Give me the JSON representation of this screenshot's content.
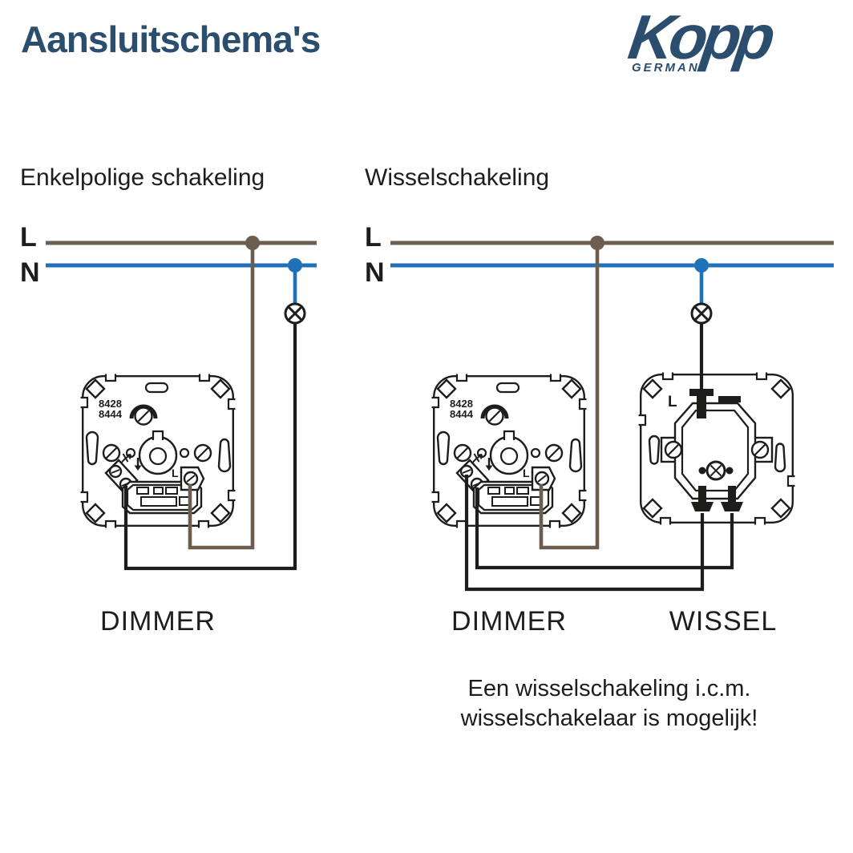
{
  "page": {
    "title": "Aansluitschema's"
  },
  "logo": {
    "brand": "Kopp",
    "country": "GERMANY"
  },
  "colors": {
    "navy": "#2b4e6e",
    "wire_live_brown": "#6d5d4e",
    "wire_neutral_blue": "#2171b8",
    "line_black": "#1d1d1b"
  },
  "diagrams": {
    "left": {
      "heading": "Enkelpolige schakeling",
      "live_label": "L",
      "neutral_label": "N",
      "device_label": "DIMMER"
    },
    "right": {
      "heading": "Wisselschakeling",
      "live_label": "L",
      "neutral_label": "N",
      "dimmer_label": "DIMMER",
      "wissel_label": "WISSEL",
      "note_line1": "Een wisselschakeling i.c.m.",
      "note_line2": "wisselschakelaar is mogelijk!"
    }
  },
  "dimmer_device": {
    "code_line1": "8428",
    "code_line2": "8444",
    "load_terminal_label": "L↑"
  },
  "wissel_device": {
    "live_terminal_label": "L"
  }
}
